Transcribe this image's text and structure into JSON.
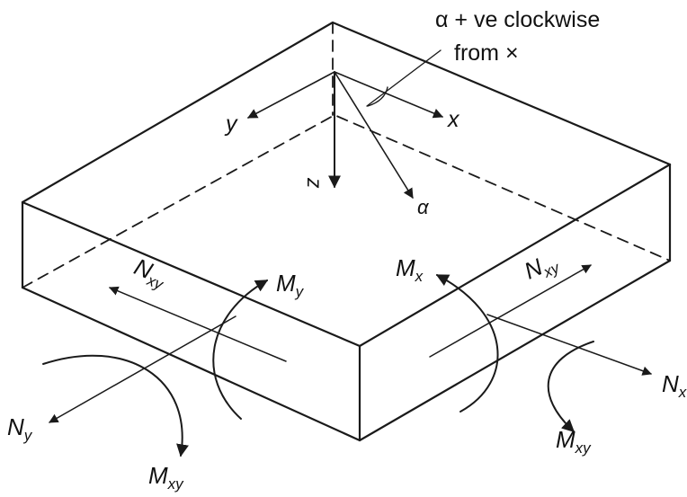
{
  "annotation": {
    "line1": "α + ve clockwise",
    "line2": "from ×"
  },
  "axes": {
    "x": "x",
    "y": "y",
    "z": "z",
    "alpha": "α"
  },
  "forces": {
    "nxy_left": {
      "main": "N",
      "sub": "xy"
    },
    "nxy_right": {
      "main": "N",
      "sub": "xy"
    },
    "ny": {
      "main": "N",
      "sub": "y"
    },
    "nx": {
      "main": "N",
      "sub": "x"
    }
  },
  "moments": {
    "my": {
      "main": "M",
      "sub": "y"
    },
    "mx": {
      "main": "M",
      "sub": "x"
    },
    "mxy_left": {
      "main": "M",
      "sub": "xy"
    },
    "mxy_right": {
      "main": "M",
      "sub": "xy"
    }
  },
  "colors": {
    "ink": "#1a1a1a",
    "background": "#ffffff"
  }
}
